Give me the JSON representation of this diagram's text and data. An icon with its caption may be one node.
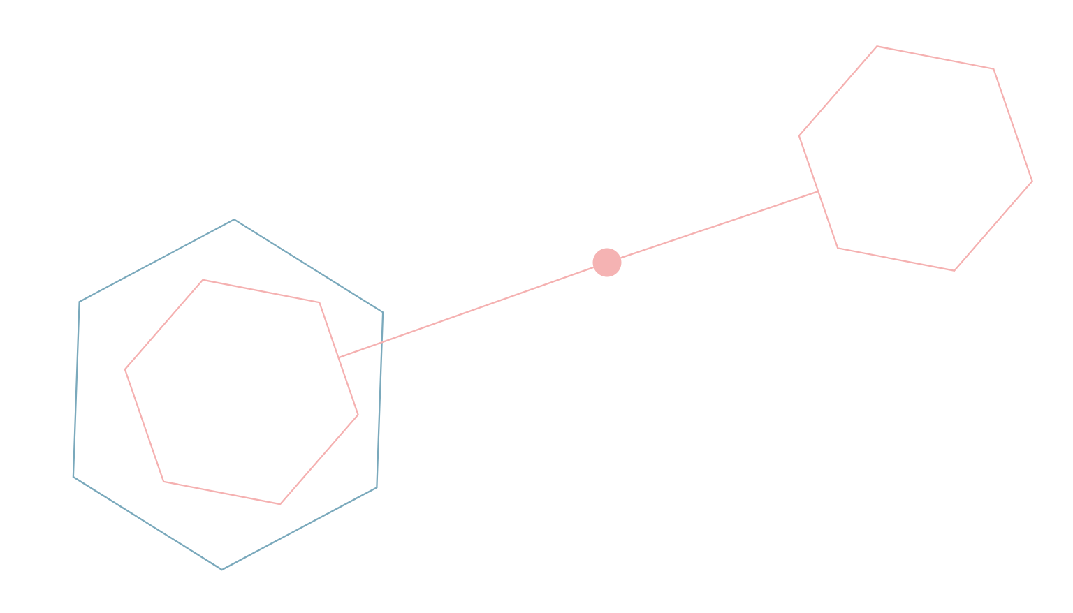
{
  "diagram": {
    "nodes": [
      {
        "text": [],
        "shape": "hexagon"
      },
      {
        "text": [],
        "shape": "hexagon",
        "in": 0
      },
      {
        "text": [],
        "shape": "circle"
      },
      {
        "text": [],
        "shape": "hexagon"
      }
    ],
    "edges": [
      {
        "from": 1,
        "to": 2,
        "arrow": "none"
      },
      {
        "from": 2,
        "to": 3,
        "arrow": "none"
      }
    ]
  }
}
